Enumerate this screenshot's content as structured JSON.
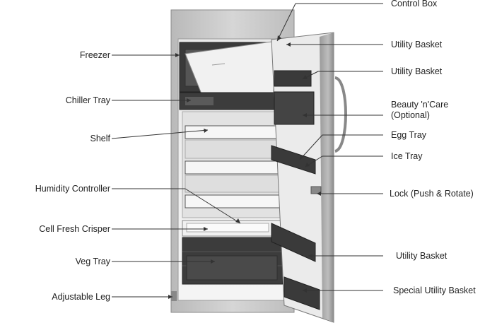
{
  "labels": {
    "control_box": "Control Box",
    "utility_basket_1": "Utility Basket",
    "utility_basket_2": "Utility Basket",
    "beauty_care_line1": "Beauty 'n'Care",
    "beauty_care_line2": "(Optional)",
    "egg_tray": "Egg Tray",
    "ice_tray": "Ice Tray",
    "lock": "Lock (Push & Rotate)",
    "utility_basket_3": "Utility Basket",
    "special_utility_basket": "Special Utility Basket",
    "freezer": "Freezer",
    "chiller_tray": "Chiller Tray",
    "shelf": "Shelf",
    "humidity_controller": "Humidity Controller",
    "cell_fresh_crisper": "Cell Fresh Crisper",
    "veg_tray": "Veg Tray",
    "adjustable_leg": "Adjustable Leg"
  }
}
